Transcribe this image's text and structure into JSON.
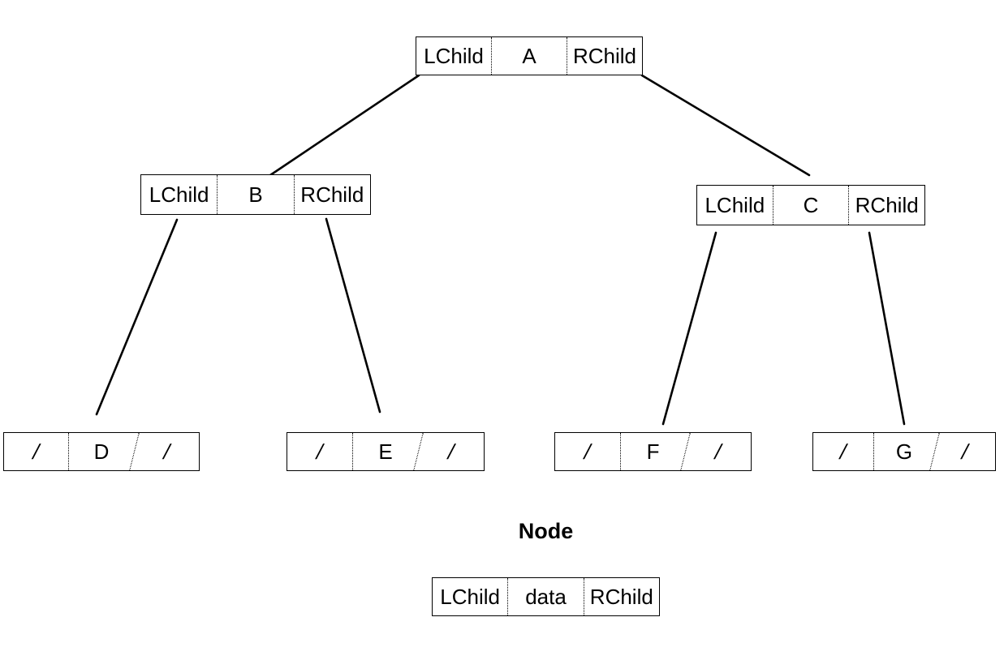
{
  "diagram": {
    "type": "binary-tree",
    "colors": {
      "background": "#ffffff",
      "line": "#000000",
      "text": "#000000"
    },
    "nodes": [
      {
        "id": "A",
        "cells": [
          "LChild",
          "A",
          "RChild"
        ]
      },
      {
        "id": "B",
        "cells": [
          "LChild",
          "B",
          "RChild"
        ]
      },
      {
        "id": "C",
        "cells": [
          "LChild",
          "C",
          "RChild"
        ]
      },
      {
        "id": "D",
        "cells": [
          "/",
          "D",
          "/"
        ]
      },
      {
        "id": "E",
        "cells": [
          "/",
          "E",
          "/"
        ]
      },
      {
        "id": "F",
        "cells": [
          "/",
          "F",
          "/"
        ]
      },
      {
        "id": "G",
        "cells": [
          "/",
          "G",
          "/"
        ]
      }
    ],
    "edges": [
      {
        "from": "A",
        "port": "LChild",
        "to": "B"
      },
      {
        "from": "A",
        "port": "RChild",
        "to": "C"
      },
      {
        "from": "B",
        "port": "LChild",
        "to": "D"
      },
      {
        "from": "B",
        "port": "RChild",
        "to": "E"
      },
      {
        "from": "C",
        "port": "LChild",
        "to": "F"
      },
      {
        "from": "C",
        "port": "RChild",
        "to": "G"
      }
    ],
    "legend": {
      "title": "Node",
      "cells": [
        "LChild",
        "data",
        "RChild"
      ]
    }
  }
}
